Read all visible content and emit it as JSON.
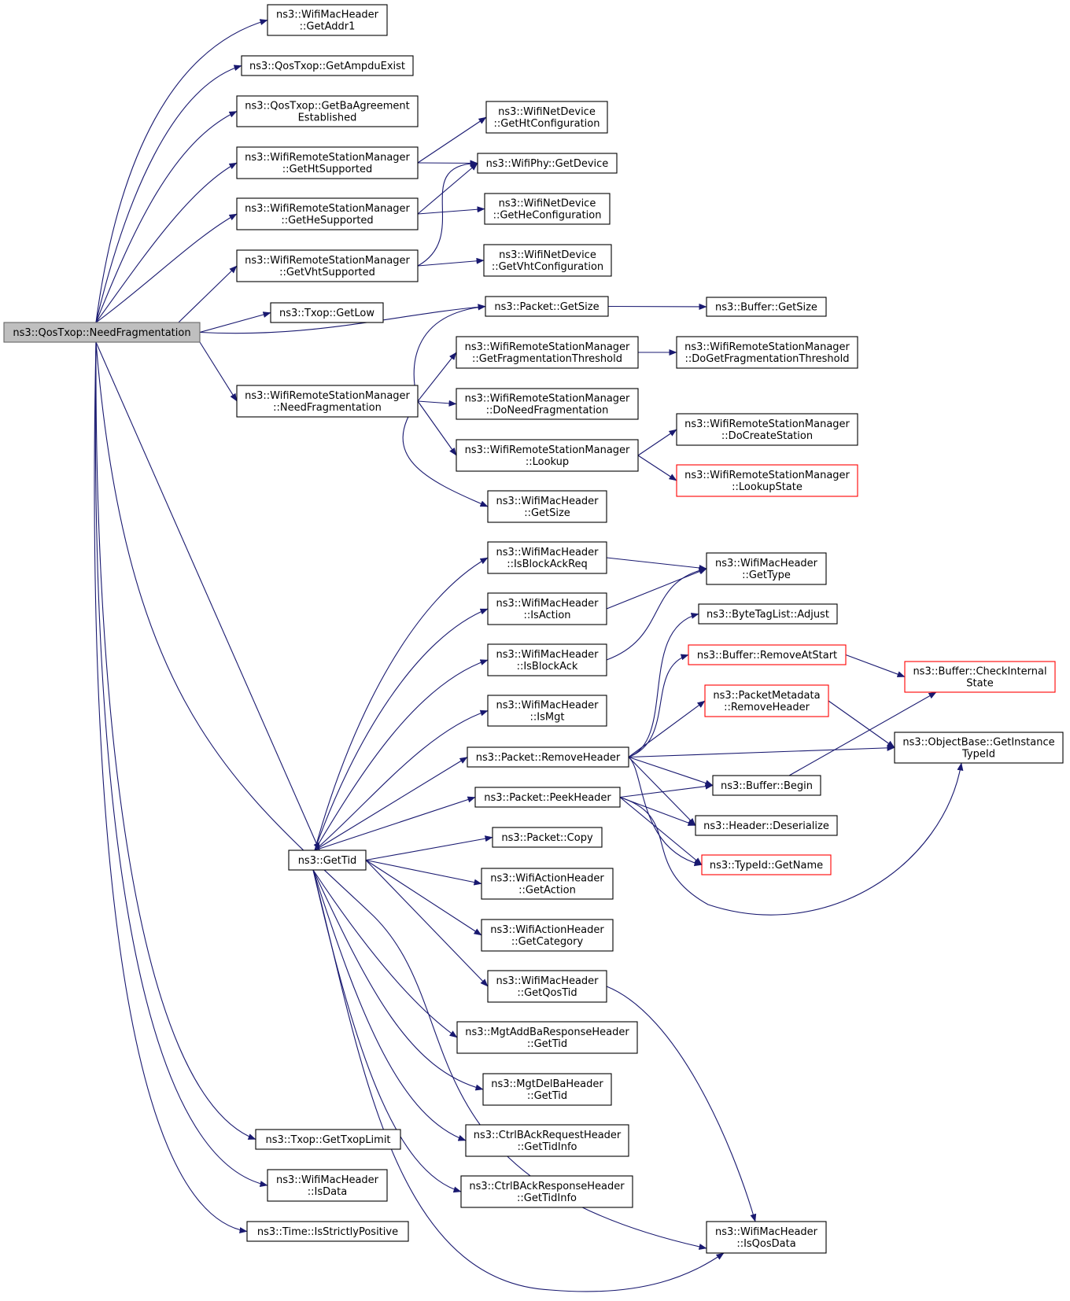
{
  "diagram": {
    "root": "ns3::QosTxop::NeedFragmentation",
    "colors": {
      "edge": "#191970",
      "root_fill": "#bfbfbf",
      "truncated_border": "#ff0000",
      "node_border": "#000000"
    },
    "nodes": [
      {
        "id": "root",
        "lines": [
          "ns3::QosTxop::NeedFragmentation"
        ],
        "kind": "root"
      },
      {
        "id": "getaddr1",
        "lines": [
          "ns3::WifiMacHeader",
          "::GetAddr1"
        ]
      },
      {
        "id": "ampdu",
        "lines": [
          "ns3::QosTxop::GetAmpduExist"
        ]
      },
      {
        "id": "baagree",
        "lines": [
          "ns3::QosTxop::GetBaAgreement",
          "Established"
        ]
      },
      {
        "id": "htsup",
        "lines": [
          "ns3::WifiRemoteStationManager",
          "::GetHtSupported"
        ]
      },
      {
        "id": "hesup",
        "lines": [
          "ns3::WifiRemoteStationManager",
          "::GetHeSupported"
        ]
      },
      {
        "id": "vhtsup",
        "lines": [
          "ns3::WifiRemoteStationManager",
          "::GetVhtSupported"
        ]
      },
      {
        "id": "htconf",
        "lines": [
          "ns3::WifiNetDevice",
          "::GetHtConfiguration"
        ]
      },
      {
        "id": "phydev",
        "lines": [
          "ns3::WifiPhy::GetDevice"
        ]
      },
      {
        "id": "heconf",
        "lines": [
          "ns3::WifiNetDevice",
          "::GetHeConfiguration"
        ]
      },
      {
        "id": "vhtconf",
        "lines": [
          "ns3::WifiNetDevice",
          "::GetVhtConfiguration"
        ]
      },
      {
        "id": "getlow",
        "lines": [
          "ns3::Txop::GetLow"
        ]
      },
      {
        "id": "pktsize",
        "lines": [
          "ns3::Packet::GetSize"
        ]
      },
      {
        "id": "bufsize",
        "lines": [
          "ns3::Buffer::GetSize"
        ]
      },
      {
        "id": "fragthr",
        "lines": [
          "ns3::WifiRemoteStationManager",
          "::GetFragmentationThreshold"
        ]
      },
      {
        "id": "dofragthr",
        "lines": [
          "ns3::WifiRemoteStationManager",
          "::DoGetFragmentationThreshold"
        ]
      },
      {
        "id": "rsmneedfrag",
        "lines": [
          "ns3::WifiRemoteStationManager",
          "::NeedFragmentation"
        ]
      },
      {
        "id": "doneedfrag",
        "lines": [
          "ns3::WifiRemoteStationManager",
          "::DoNeedFragmentation"
        ]
      },
      {
        "id": "lookup",
        "lines": [
          "ns3::WifiRemoteStationManager",
          "::Lookup"
        ]
      },
      {
        "id": "docreate",
        "lines": [
          "ns3::WifiRemoteStationManager",
          "::DoCreateStation"
        ]
      },
      {
        "id": "lookupstate",
        "lines": [
          "ns3::WifiRemoteStationManager",
          "::LookupState"
        ],
        "kind": "truncated"
      },
      {
        "id": "machdrsize",
        "lines": [
          "ns3::WifiMacHeader",
          "::GetSize"
        ]
      },
      {
        "id": "isbar",
        "lines": [
          "ns3::WifiMacHeader",
          "::IsBlockAckReq"
        ]
      },
      {
        "id": "gettype",
        "lines": [
          "ns3::WifiMacHeader",
          "::GetType"
        ]
      },
      {
        "id": "isaction",
        "lines": [
          "ns3::WifiMacHeader",
          "::IsAction"
        ]
      },
      {
        "id": "adjust",
        "lines": [
          "ns3::ByteTagList::Adjust"
        ]
      },
      {
        "id": "isback",
        "lines": [
          "ns3::WifiMacHeader",
          "::IsBlockAck"
        ]
      },
      {
        "id": "removeatstart",
        "lines": [
          "ns3::Buffer::RemoveAtStart"
        ],
        "kind": "truncated"
      },
      {
        "id": "checkinternal",
        "lines": [
          "ns3::Buffer::CheckInternal",
          "State"
        ],
        "kind": "truncated"
      },
      {
        "id": "pmremovehdr",
        "lines": [
          "ns3::PacketMetadata",
          "::RemoveHeader"
        ],
        "kind": "truncated"
      },
      {
        "id": "ismgt",
        "lines": [
          "ns3::WifiMacHeader",
          "::IsMgt"
        ]
      },
      {
        "id": "getinstance",
        "lines": [
          "ns3::ObjectBase::GetInstance",
          "TypeId"
        ]
      },
      {
        "id": "pktremovehdr",
        "lines": [
          "ns3::Packet::RemoveHeader"
        ]
      },
      {
        "id": "bufbegin",
        "lines": [
          "ns3::Buffer::Begin"
        ]
      },
      {
        "id": "peekhdr",
        "lines": [
          "ns3::Packet::PeekHeader"
        ]
      },
      {
        "id": "deserialize",
        "lines": [
          "ns3::Header::Deserialize"
        ]
      },
      {
        "id": "getname",
        "lines": [
          "ns3::TypeId::GetName"
        ],
        "kind": "truncated"
      },
      {
        "id": "pktcopy",
        "lines": [
          "ns3::Packet::Copy"
        ]
      },
      {
        "id": "gettid",
        "lines": [
          "ns3::GetTid"
        ]
      },
      {
        "id": "getaction",
        "lines": [
          "ns3::WifiActionHeader",
          "::GetAction"
        ]
      },
      {
        "id": "getcategory",
        "lines": [
          "ns3::WifiActionHeader",
          "::GetCategory"
        ]
      },
      {
        "id": "getqostid",
        "lines": [
          "ns3::WifiMacHeader",
          "::GetQosTid"
        ]
      },
      {
        "id": "addbatid",
        "lines": [
          "ns3::MgtAddBaResponseHeader",
          "::GetTid"
        ]
      },
      {
        "id": "delbatid",
        "lines": [
          "ns3::MgtDelBaHeader",
          "::GetTid"
        ]
      },
      {
        "id": "barreqtid",
        "lines": [
          "ns3::CtrlBAckRequestHeader",
          "::GetTidInfo"
        ]
      },
      {
        "id": "barresptid",
        "lines": [
          "ns3::CtrlBAckResponseHeader",
          "::GetTidInfo"
        ]
      },
      {
        "id": "txoplimit",
        "lines": [
          "ns3::Txop::GetTxopLimit"
        ]
      },
      {
        "id": "isdata",
        "lines": [
          "ns3::WifiMacHeader",
          "::IsData"
        ]
      },
      {
        "id": "strictpos",
        "lines": [
          "ns3::Time::IsStrictlyPositive"
        ]
      },
      {
        "id": "isqosdata",
        "lines": [
          "ns3::WifiMacHeader",
          "::IsQosData"
        ]
      }
    ],
    "edges": [
      [
        "root",
        "getaddr1"
      ],
      [
        "root",
        "ampdu"
      ],
      [
        "root",
        "baagree"
      ],
      [
        "root",
        "htsup"
      ],
      [
        "root",
        "hesup"
      ],
      [
        "root",
        "vhtsup"
      ],
      [
        "root",
        "getlow"
      ],
      [
        "root",
        "pktsize"
      ],
      [
        "root",
        "rsmneedfrag"
      ],
      [
        "root",
        "gettid"
      ],
      [
        "root",
        "txoplimit"
      ],
      [
        "root",
        "isdata"
      ],
      [
        "root",
        "strictpos"
      ],
      [
        "root",
        "isqosdata"
      ],
      [
        "htsup",
        "htconf"
      ],
      [
        "htsup",
        "phydev"
      ],
      [
        "hesup",
        "phydev"
      ],
      [
        "hesup",
        "heconf"
      ],
      [
        "vhtsup",
        "phydev"
      ],
      [
        "vhtsup",
        "vhtconf"
      ],
      [
        "pktsize",
        "bufsize"
      ],
      [
        "rsmneedfrag",
        "pktsize"
      ],
      [
        "rsmneedfrag",
        "fragthr"
      ],
      [
        "rsmneedfrag",
        "doneedfrag"
      ],
      [
        "rsmneedfrag",
        "lookup"
      ],
      [
        "rsmneedfrag",
        "machdrsize"
      ],
      [
        "fragthr",
        "dofragthr"
      ],
      [
        "lookup",
        "docreate"
      ],
      [
        "lookup",
        "lookupstate"
      ],
      [
        "isbar",
        "gettype"
      ],
      [
        "isaction",
        "gettype"
      ],
      [
        "isback",
        "gettype"
      ],
      [
        "removeatstart",
        "checkinternal"
      ],
      [
        "pmremovehdr",
        "getinstance"
      ],
      [
        "pktremovehdr",
        "adjust"
      ],
      [
        "pktremovehdr",
        "removeatstart"
      ],
      [
        "pktremovehdr",
        "pmremovehdr"
      ],
      [
        "pktremovehdr",
        "getinstance"
      ],
      [
        "pktremovehdr",
        "bufbegin"
      ],
      [
        "pktremovehdr",
        "deserialize"
      ],
      [
        "pktremovehdr",
        "getname"
      ],
      [
        "bufbegin",
        "checkinternal"
      ],
      [
        "peekhdr",
        "bufbegin"
      ],
      [
        "peekhdr",
        "deserialize"
      ],
      [
        "peekhdr",
        "getname"
      ],
      [
        "peekhdr",
        "getinstance"
      ],
      [
        "gettid",
        "isbar"
      ],
      [
        "gettid",
        "isaction"
      ],
      [
        "gettid",
        "isback"
      ],
      [
        "gettid",
        "ismgt"
      ],
      [
        "gettid",
        "pktremovehdr"
      ],
      [
        "gettid",
        "peekhdr"
      ],
      [
        "gettid",
        "pktcopy"
      ],
      [
        "gettid",
        "getaction"
      ],
      [
        "gettid",
        "getcategory"
      ],
      [
        "gettid",
        "getqostid"
      ],
      [
        "gettid",
        "addbatid"
      ],
      [
        "gettid",
        "delbatid"
      ],
      [
        "gettid",
        "barreqtid"
      ],
      [
        "gettid",
        "barresptid"
      ],
      [
        "gettid",
        "isqosdata"
      ],
      [
        "getqostid",
        "isqosdata"
      ]
    ]
  }
}
